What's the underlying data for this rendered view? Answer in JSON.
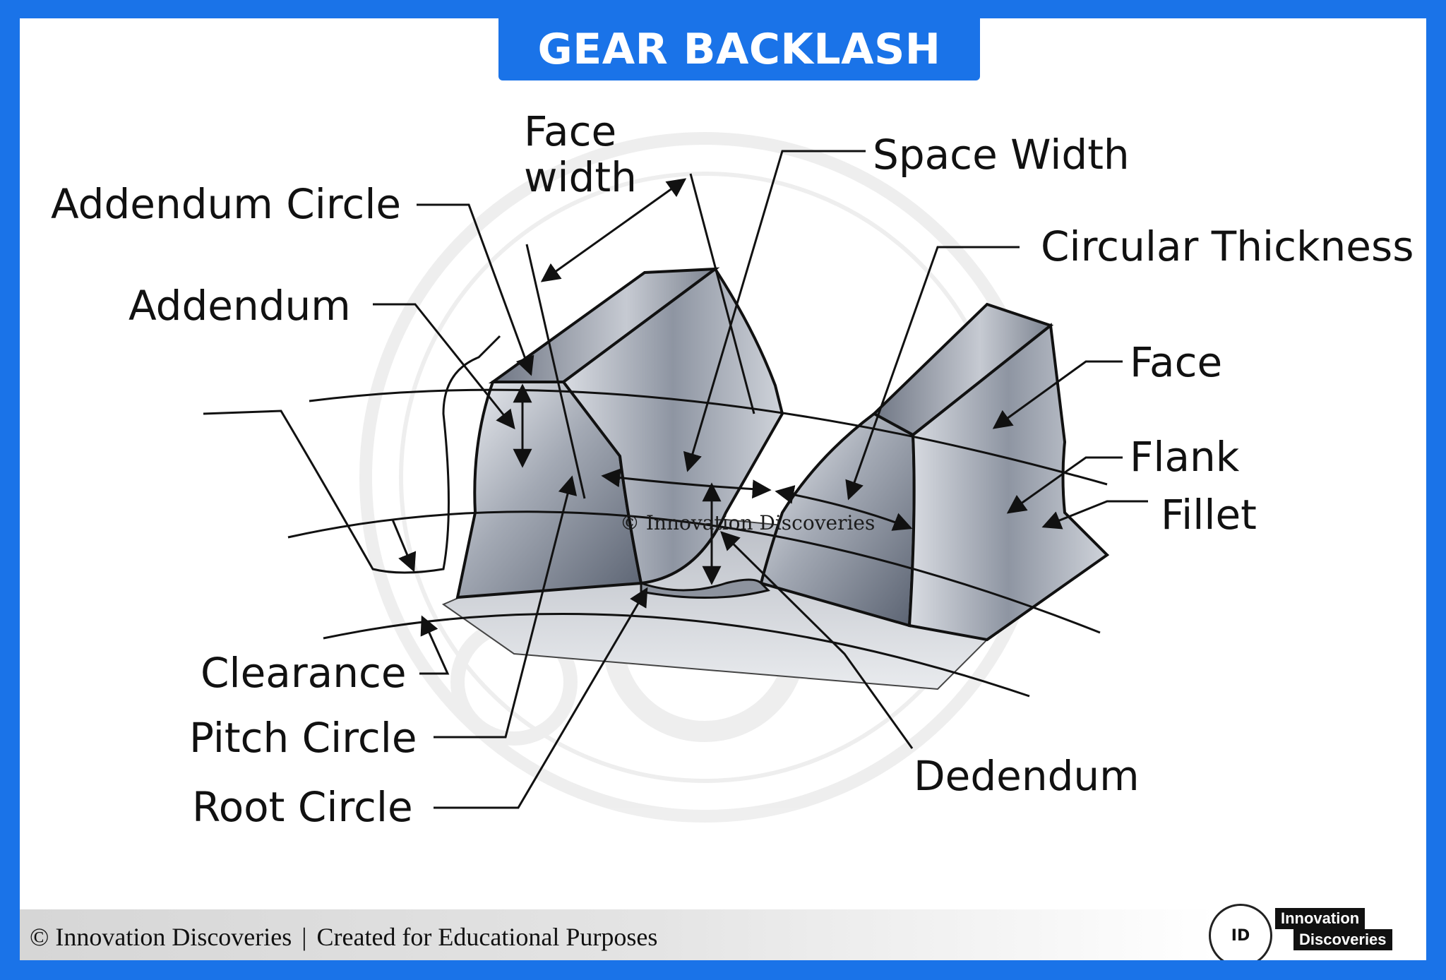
{
  "title": "GEAR BACKLASH",
  "labels": {
    "addendum_circle": "Addendum Circle",
    "addendum": "Addendum",
    "face_width": "Face width",
    "space_width": "Space Width",
    "circular_thickness": "Circular Thickness",
    "face": "Face",
    "flank": "Flank",
    "fillet": "Fillet",
    "clearance": "Clearance",
    "pitch_circle": "Pitch Circle",
    "root_circle": "Root Circle",
    "dedendum": "Dedendum"
  },
  "watermark": "© Innovation Discoveries",
  "footer": {
    "copyright": "© Innovation Discoveries",
    "separator": "|",
    "purpose": "Created for Educational Purposes"
  },
  "logo": {
    "mark": "ID",
    "line1": "Innovation",
    "line2": "Discoveries"
  },
  "colors": {
    "brand_blue": "#1a73e8",
    "metal_light": "#dcdfe6",
    "metal_dark": "#5b6372"
  }
}
